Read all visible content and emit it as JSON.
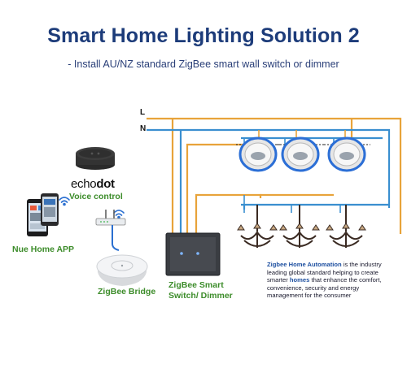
{
  "header": {
    "title": "Smart Home Lighting Solution 2",
    "subtitle": "- Install AU/NZ standard ZigBee smart wall switch or dimmer"
  },
  "wiring": {
    "live_label": "L",
    "neutral_label": "N",
    "live_color": "#e8a33a",
    "neutral_color": "#3a8fd0"
  },
  "devices": {
    "echo_brand": "echo",
    "echo_model": "dot",
    "voice_label": "Voice control",
    "app_label": "Nue Home APP",
    "bridge_label": "ZigBee Bridge",
    "switch_label_line1": "ZigBee Smart",
    "switch_label_line2": "Switch/ Dimmer"
  },
  "description": {
    "highlight": "Zigbee Home Automation",
    "text_part1": " is the industry leading global standard helping to create smarter ",
    "homes": "homes",
    "text_part2": " that enhance the comfort, convenience, security and energy management for the consumer"
  },
  "colors": {
    "title": "#1d3c7a",
    "green_label": "#3c8c2a",
    "accent_blue": "#1d4fa0"
  }
}
